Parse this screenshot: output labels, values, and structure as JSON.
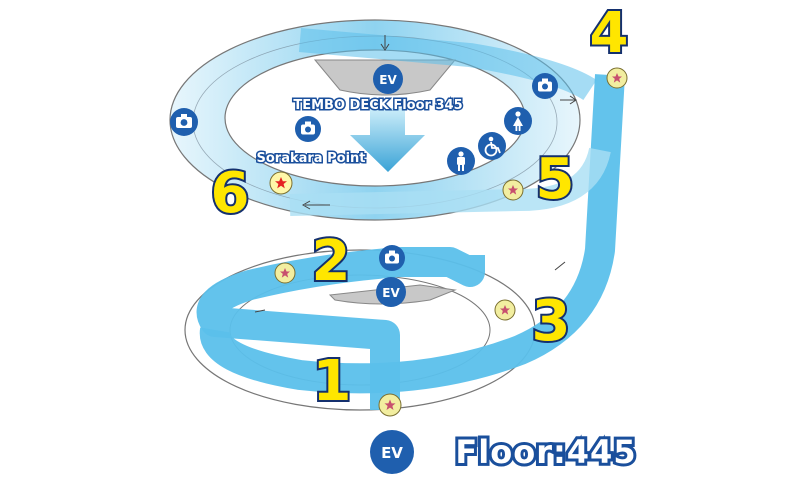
{
  "map": {
    "upper_deck_label": "TEMBO DECK Floor 345",
    "point_label": "Sorakara Point",
    "floor_label": "Floor:445",
    "elevator_label": "EV",
    "steps": [
      "1",
      "2",
      "3",
      "4",
      "5",
      "6"
    ]
  },
  "icons": {
    "camera": "camera-icon",
    "restroom_male": "male-restroom-icon",
    "restroom_female": "female-restroom-icon",
    "accessible": "wheelchair-icon",
    "star": "star-marker-icon"
  },
  "colors": {
    "ramp": "#5bc0eb",
    "ramp_light": "#d8f0fb",
    "navy": "#14306e",
    "yellow": "#ffe600",
    "blue_icon": "#1f5fae"
  }
}
